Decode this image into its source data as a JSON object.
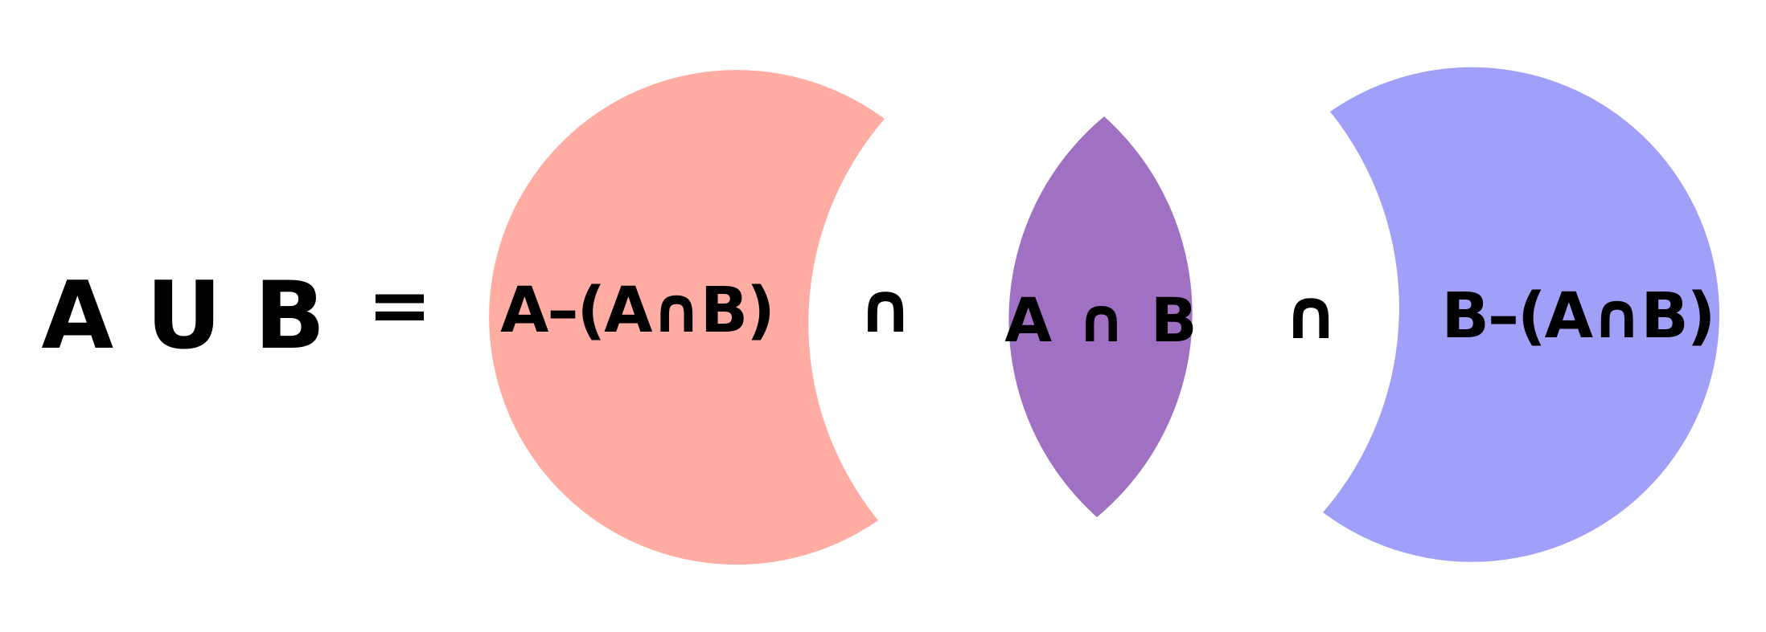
{
  "equation": {
    "lhs": "A U B",
    "equals": "=",
    "op1": "∩",
    "op2": "∩"
  },
  "regions": {
    "a_only": {
      "label": "A–(A∩B)",
      "color": "#ffaca2"
    },
    "a_and_b": {
      "label": "A ∩ B",
      "color": "#a070c2"
    },
    "b_only": {
      "label": "B–(A∩B)",
      "color": "#a0a0f8"
    }
  },
  "background": "#ffffff"
}
